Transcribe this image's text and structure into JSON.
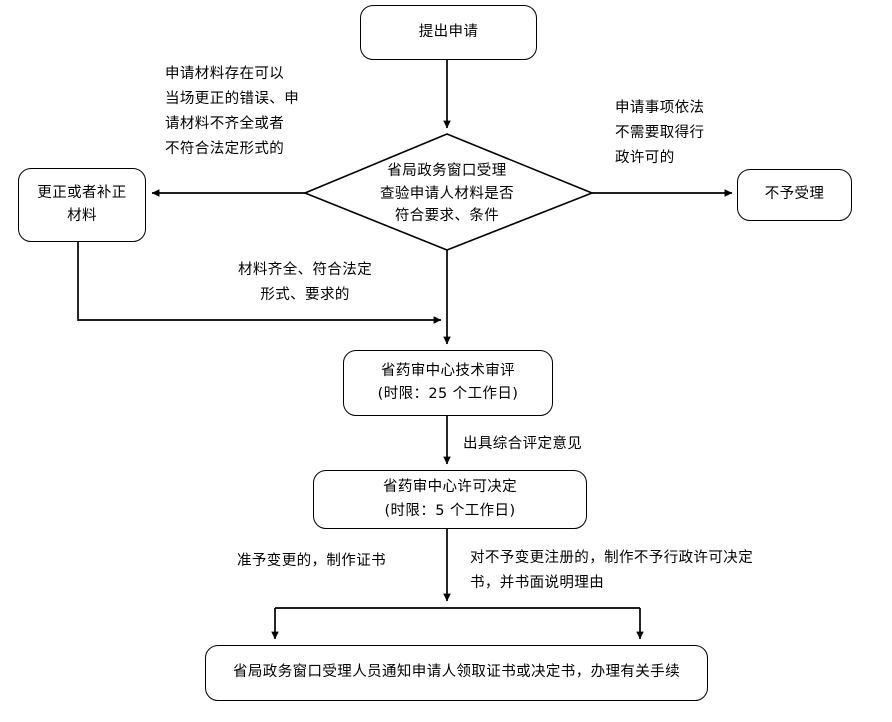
{
  "diagram": {
    "title_node": {
      "text": "提出申请"
    },
    "decision": {
      "lines": [
        "省局政务窗口受理",
        "查验申请人材料是否",
        "符合要求、条件"
      ]
    },
    "correct_materials": {
      "lines": [
        "更正或者补正",
        "材料"
      ]
    },
    "reject_acceptance": {
      "lines": [
        "不予受理"
      ]
    },
    "technical_review": {
      "lines": [
        "省药审中心技术审评",
        "(时限：25 个工作日)"
      ]
    },
    "license_decision": {
      "lines": [
        "省药审中心许可决定",
        "(时限：5 个工作日)"
      ]
    },
    "final_node": {
      "lines": [
        "省局政务窗口受理人员通知申请人领取证书或决定书，办理有关手续"
      ]
    },
    "edge_labels": {
      "left_branch": {
        "lines": [
          "申请材料存在可以",
          "当场更正的错误、申",
          "请材料不齐全或者",
          "不符合法定形式的"
        ]
      },
      "right_branch": {
        "lines": [
          "申请事项依法",
          "不需要取得行",
          "政许可的"
        ]
      },
      "qualified": {
        "lines": [
          "材料齐全、符合法定",
          "形式、要求的"
        ]
      },
      "review_opinion": {
        "lines": [
          "出具综合评定意见"
        ]
      },
      "approve": {
        "lines": [
          "准予变更的，制作证书"
        ]
      },
      "deny": {
        "lines": [
          "对不予变更注册的，制作不予行政许可决定",
          "书，并书面说明理由"
        ]
      }
    }
  },
  "colors": {
    "stroke": "#000000",
    "text": "#000000",
    "background": "#ffffff"
  }
}
